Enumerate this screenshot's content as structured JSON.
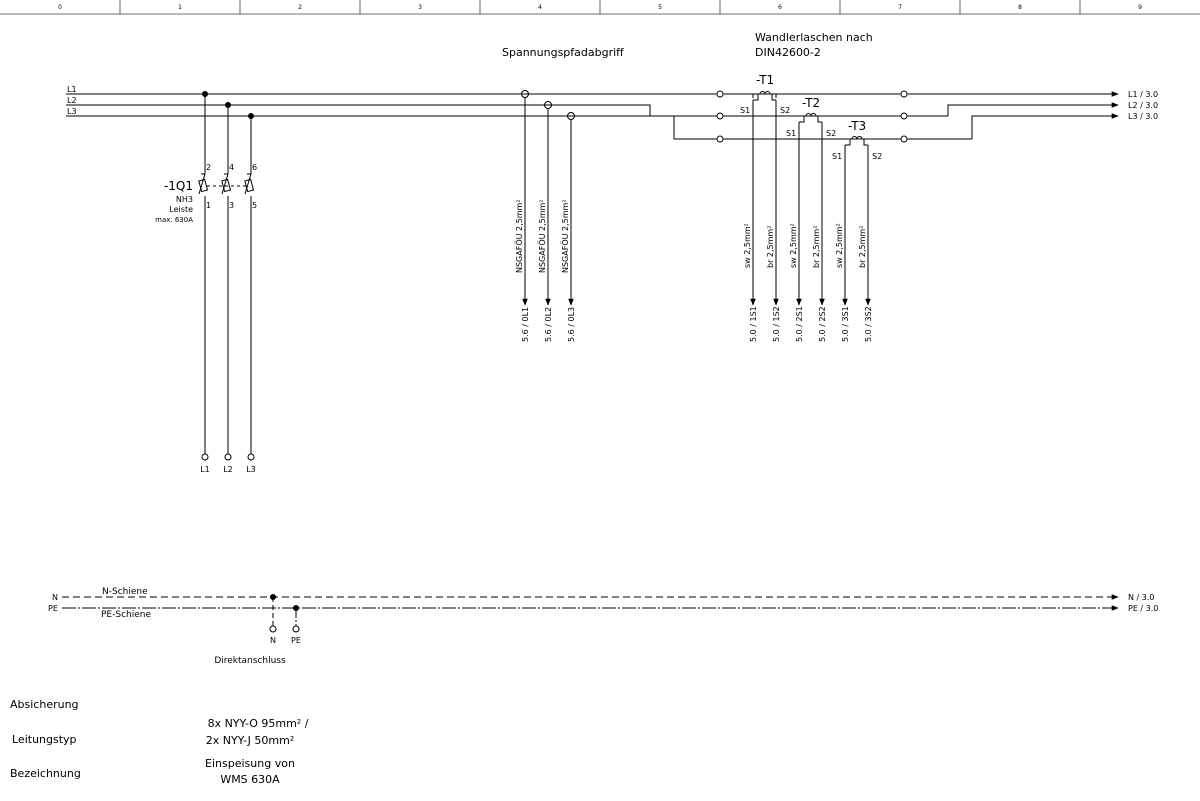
{
  "columns": [
    "0",
    "1",
    "2",
    "3",
    "4",
    "5",
    "6",
    "7",
    "8",
    "9"
  ],
  "busbars": {
    "left": [
      "L1",
      "L2",
      "L3"
    ],
    "right": [
      "L1 / 3.0",
      "L2 / 3.0",
      "L3 / 3.0"
    ]
  },
  "breaker": {
    "id": "-1Q1",
    "type": "NH3",
    "kind": "Leiste",
    "rating": "max. 630A",
    "top_terminals": [
      "2",
      "4",
      "6"
    ],
    "bottom_terminals": [
      "1",
      "3",
      "5"
    ],
    "outputs": [
      "L1",
      "L2",
      "L3"
    ]
  },
  "voltage_tap": {
    "title": "Spannungspfadabgriff",
    "cables": [
      "NSGAFÖU  2,5mm²",
      "NSGAFÖU  2,5mm²",
      "NSGAFÖU  2,5mm²"
    ],
    "refs": [
      "5.6 / 0L1",
      "5.6 / 0L2",
      "5.6 / 0L3"
    ]
  },
  "transformers": {
    "title_line1": "Wandlerlaschen nach",
    "title_line2": "DIN42600-2",
    "ids": [
      "-T1",
      "-T2",
      "-T3"
    ],
    "s1": "S1",
    "s2": "S2",
    "cables": [
      "sw  2,5mm²",
      "br  2,5mm²",
      "sw  2,5mm²",
      "br  2,5mm²",
      "sw  2,5mm²",
      "br  2,5mm²"
    ],
    "refs": [
      "5.0 / 1S1",
      "5.0 / 1S2",
      "5.0 / 2S1",
      "5.0 / 2S2",
      "5.0 / 3S1",
      "5.0 / 3S2"
    ]
  },
  "neutral": {
    "n_left": "N",
    "pe_left": "PE",
    "n_rail": "N-Schiene",
    "pe_rail": "PE-Schiene",
    "n_right": "N / 3.0",
    "pe_right": "PE / 3.0",
    "term_n": "N",
    "term_pe": "PE",
    "direct": "Direktanschluss"
  },
  "legend": {
    "absicherung_label": "Absicherung",
    "leitungstyp_label": "Leitungstyp",
    "leitungstyp_line1": "8x NYY-O 95mm² /",
    "leitungstyp_line2": "2x NYY-J 50mm²",
    "bezeichnung_label": "Bezeichnung",
    "bezeichnung_line1": "Einspeisung von",
    "bezeichnung_line2": "WMS 630A"
  }
}
